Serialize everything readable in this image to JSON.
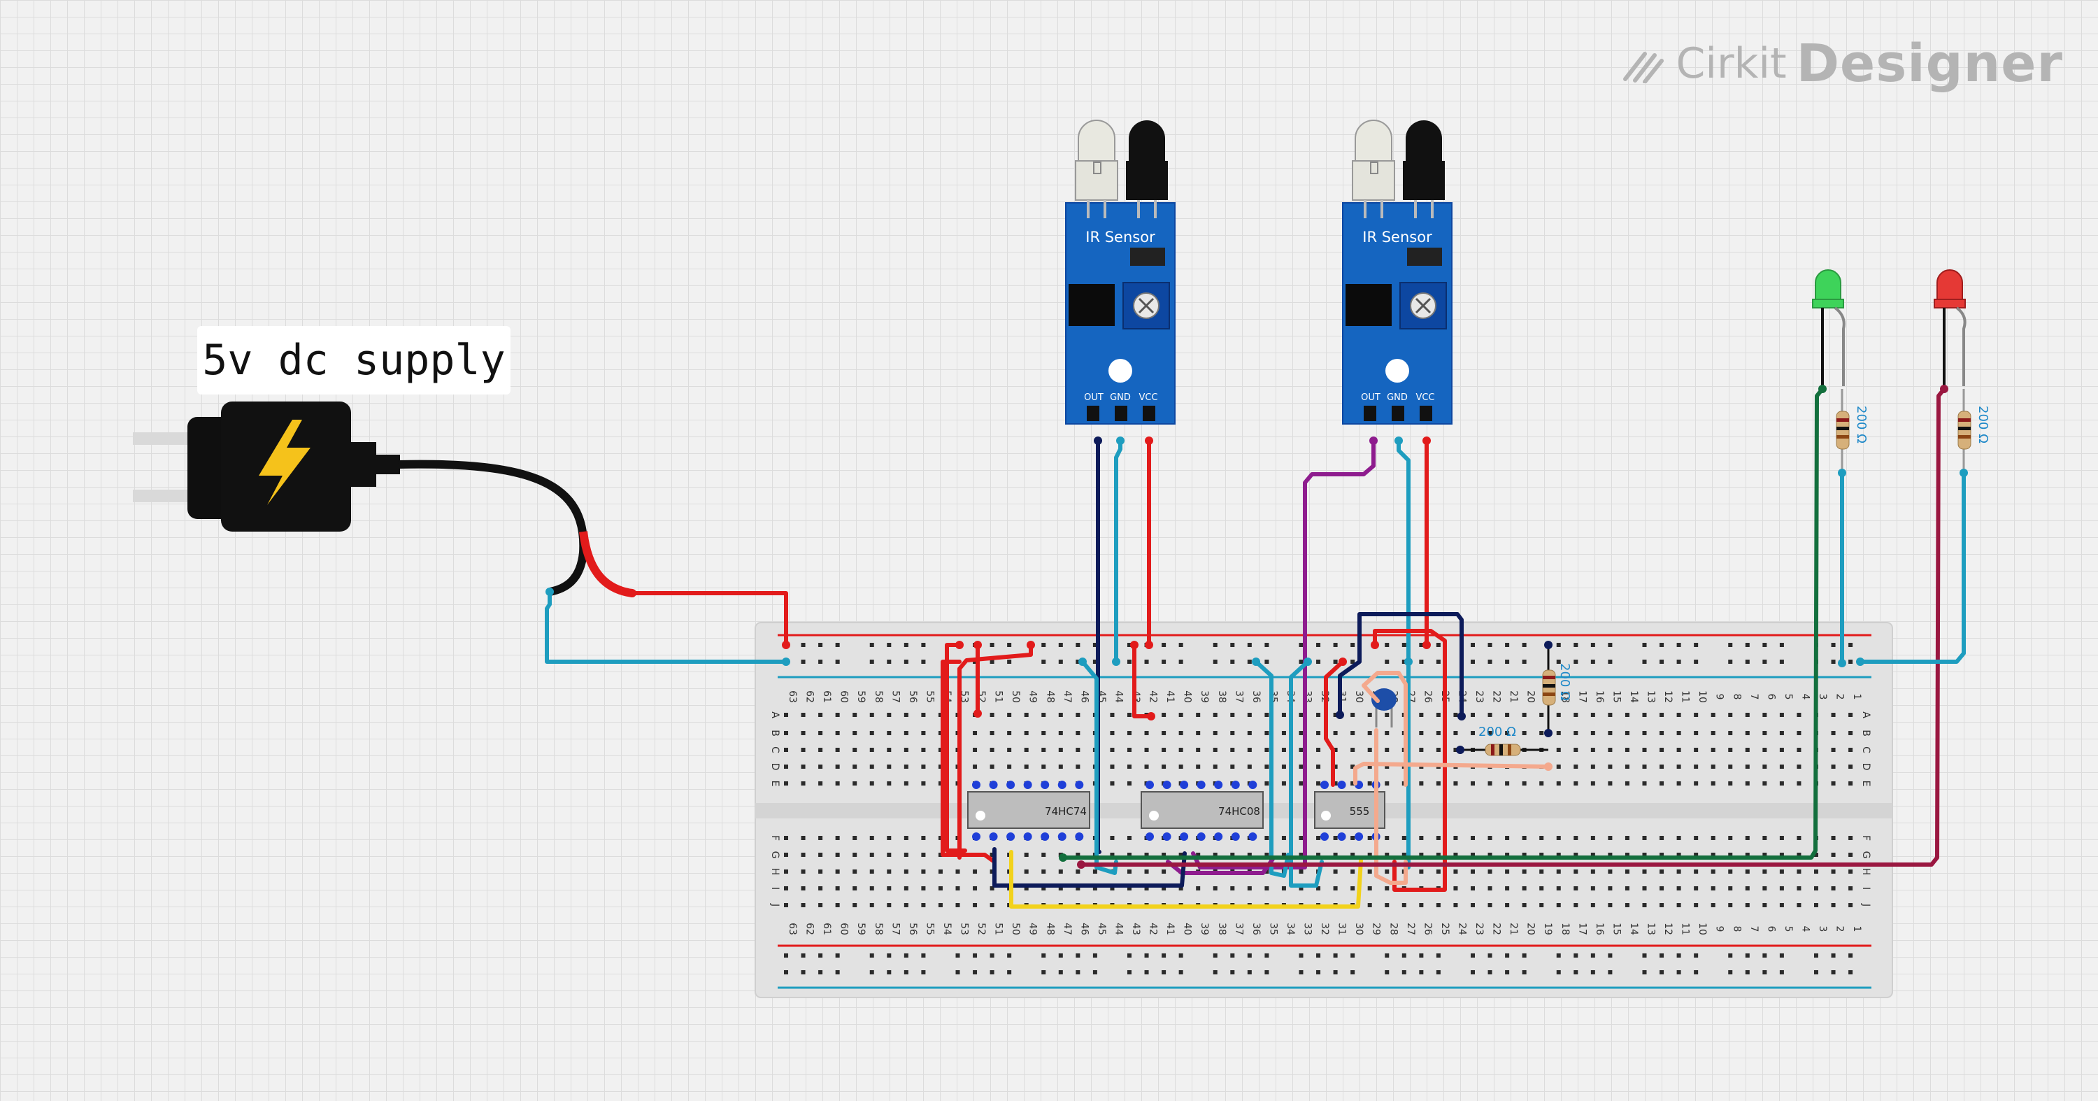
{
  "brand": {
    "cirkit": "Cirkit",
    "designer": "Designer"
  },
  "power_supply": {
    "label": "5v dc supply"
  },
  "ir_sensors": [
    {
      "title": "IR Sensor",
      "pins": [
        "OUT",
        "GND",
        "VCC"
      ]
    },
    {
      "title": "IR Sensor",
      "pins": [
        "OUT",
        "GND",
        "VCC"
      ]
    }
  ],
  "ics": [
    {
      "label": "74HC74"
    },
    {
      "label": "74HC08"
    },
    {
      "label": "555"
    }
  ],
  "resistors": [
    {
      "label": "200 Ω"
    },
    {
      "label": "200 Ω"
    },
    {
      "label": "200 Ω"
    },
    {
      "label": "200 Ω"
    }
  ],
  "leds": [
    {
      "color": "green"
    },
    {
      "color": "red"
    }
  ],
  "breadboard": {
    "columns": [
      "63",
      "62",
      "61",
      "60",
      "59",
      "58",
      "57",
      "56",
      "55",
      "54",
      "53",
      "52",
      "51",
      "50",
      "49",
      "48",
      "47",
      "46",
      "45",
      "44",
      "43",
      "42",
      "41",
      "40",
      "39",
      "38",
      "37",
      "36",
      "35",
      "34",
      "33",
      "32",
      "31",
      "30",
      "29",
      "28",
      "27",
      "26",
      "25",
      "24",
      "23",
      "22",
      "21",
      "20",
      "19",
      "18",
      "17",
      "16",
      "15",
      "14",
      "13",
      "12",
      "11",
      "10",
      "9",
      "8",
      "7",
      "6",
      "5",
      "4",
      "3",
      "2",
      "1"
    ],
    "rows_top": [
      "A",
      "B",
      "C",
      "D",
      "E"
    ],
    "rows_bottom": [
      "F",
      "G",
      "H",
      "I",
      "J"
    ]
  },
  "colors": {
    "rail_red": "#e21b1b",
    "rail_blue": "#1e9dbf",
    "module_blue": "#1565c0",
    "wire_navy": "#0d1b5a",
    "wire_purple": "#8e1c8e",
    "wire_yellow": "#f2d21b",
    "wire_salmon": "#f4a98d",
    "wire_green": "#136f3d",
    "wire_maroon": "#9a1740"
  }
}
